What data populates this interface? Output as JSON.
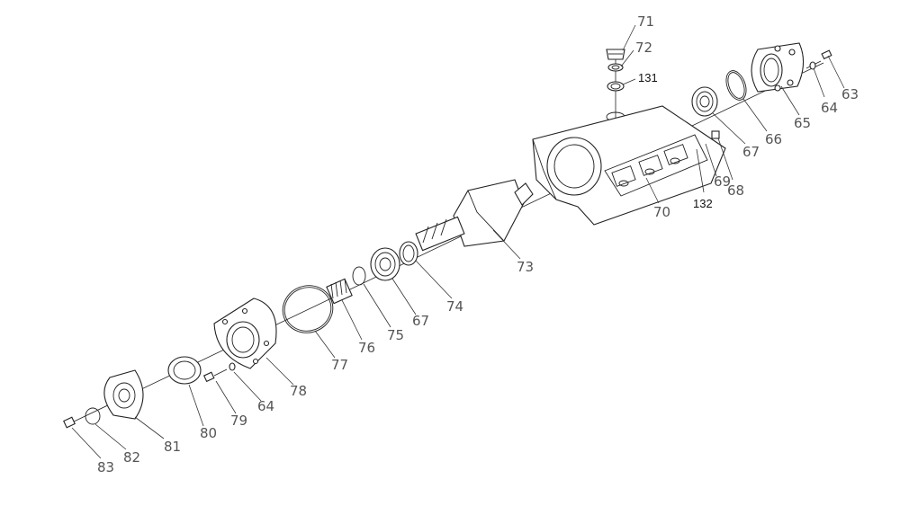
{
  "labels": {
    "p63": "63",
    "p64a": "64",
    "p65": "65",
    "p66": "66",
    "p67a": "67",
    "p68": "68",
    "p69": "69",
    "p132": "132",
    "p70": "70",
    "p71": "71",
    "p72": "72",
    "p131": "131",
    "p73": "73",
    "p74": "74",
    "p67b": "67",
    "p75": "75",
    "p76": "76",
    "p77": "77",
    "p78": "78",
    "p64b": "64",
    "p79": "79",
    "p80": "80",
    "p81": "81",
    "p82": "82",
    "p83": "83"
  }
}
